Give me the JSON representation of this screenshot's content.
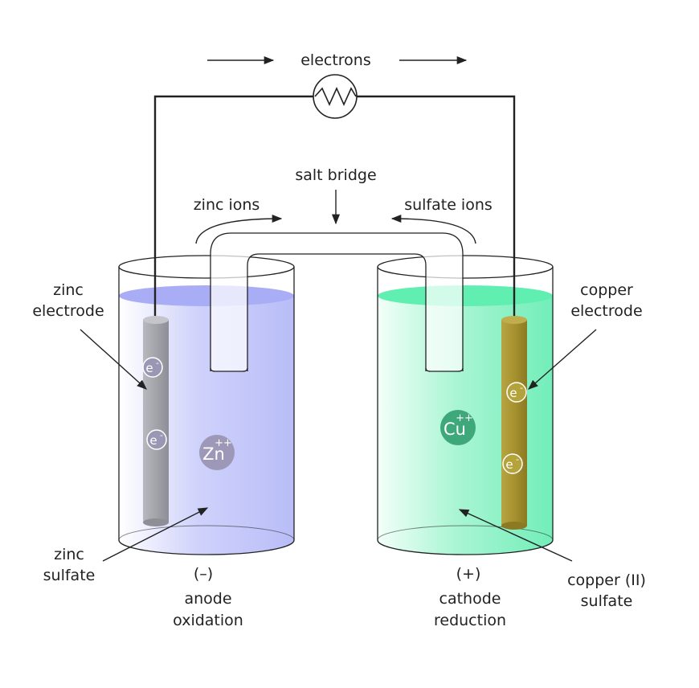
{
  "labels": {
    "electrons": "electrons",
    "salt_bridge": "salt bridge",
    "zinc_ions": "zinc ions",
    "sulfate_ions": "sulfate ions",
    "zinc_electrode": [
      "zinc",
      "electrode"
    ],
    "copper_electrode": [
      "copper",
      "electrode"
    ],
    "zinc_sulfate": [
      "zinc",
      "sulfate"
    ],
    "copper_sulfate": [
      "copper (II)",
      "sulfate"
    ],
    "anode": {
      "sign": "(–)",
      "name": "anode",
      "process": "oxidation"
    },
    "cathode": {
      "sign": "(+)",
      "name": "cathode",
      "process": "reduction"
    }
  },
  "ions": {
    "electron": {
      "base": "e",
      "charge": "-"
    },
    "zinc": {
      "base": "Zn",
      "charge": "++"
    },
    "copper": {
      "base": "Cu",
      "charge": "++"
    }
  },
  "colors": {
    "anode_solution": "#aeb3f5",
    "cathode_solution": "#5ef0b0",
    "zinc_electrode": "#9a9aa2",
    "copper_electrode": "#a58f2a",
    "zinc_ion": "#9d97b8",
    "copper_ion": "#3ea87a",
    "wire": "#222222"
  }
}
